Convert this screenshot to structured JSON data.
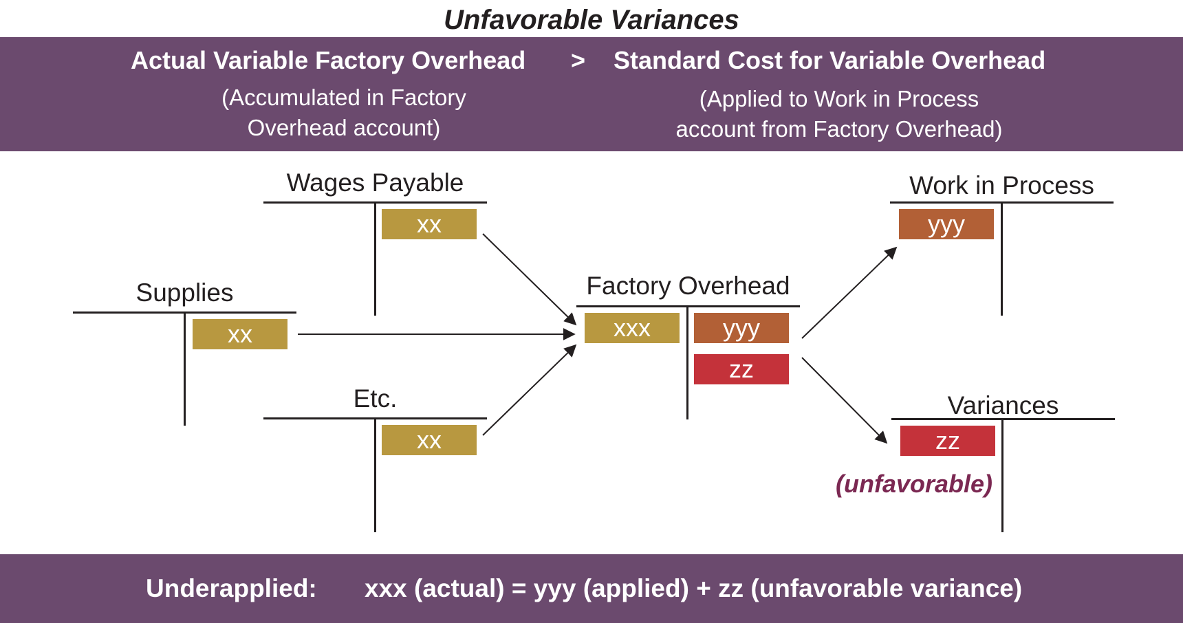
{
  "title": "Unfavorable Variances",
  "header": {
    "left_title": "Actual Variable Factory Overhead",
    "operator": ">",
    "right_title": "Standard Cost for Variable Overhead",
    "left_sub_line1": "(Accumulated in Factory",
    "left_sub_line2": "Overhead account)",
    "right_sub_line1": "(Applied to Work in Process",
    "right_sub_line2": "account from Factory Overhead)"
  },
  "accounts": {
    "wages_payable": {
      "name": "Wages Payable",
      "debit": "xx"
    },
    "supplies": {
      "name": "Supplies",
      "debit": "xx"
    },
    "etc": {
      "name": "Etc.",
      "debit": "xx"
    },
    "factory_overhead": {
      "name": "Factory Overhead",
      "debit": "xxx",
      "credit_applied": "yyy",
      "credit_variance": "zz"
    },
    "work_in_process": {
      "name": "Work in Process",
      "debit": "yyy"
    },
    "variances": {
      "name": "Variances",
      "debit": "zz",
      "note": "(unfavorable)"
    }
  },
  "footer": {
    "label": "Underapplied:",
    "equation": "xxx (actual) = yyy (applied) + zz (unfavorable variance)"
  },
  "colors": {
    "band": "#6b4a6e",
    "actual_box": "#b89840",
    "applied_box": "#b26036",
    "variance_box": "#c4323a",
    "unfavorable_text": "#7b2852"
  }
}
